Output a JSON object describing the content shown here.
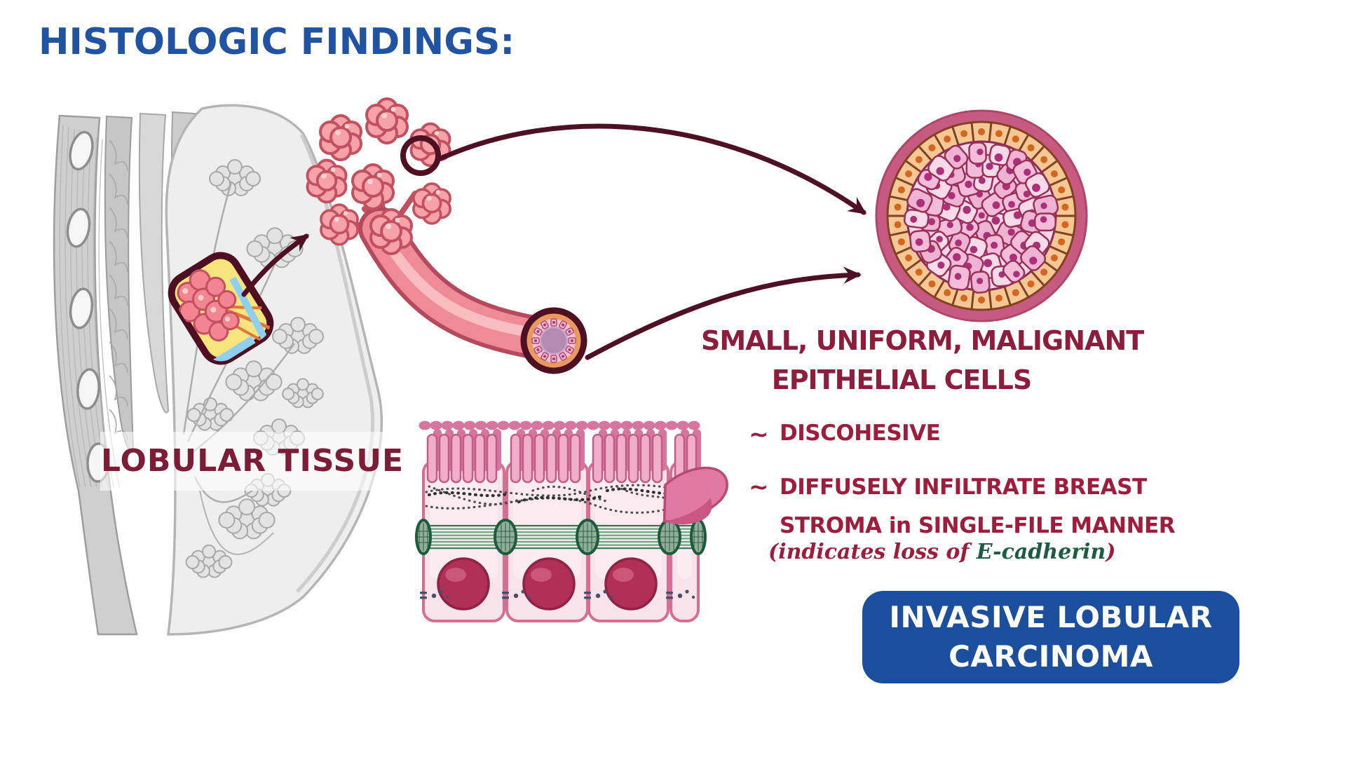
{
  "title": {
    "text": "HISTOLOGIC FINDINGS:"
  },
  "breast_figure": {
    "label": "LOBULAR TISSUE"
  },
  "findings": {
    "heading": [
      "SMALL, UNIFORM, MALIGNANT",
      "EPITHELIAL CELLS"
    ],
    "bullets": [
      {
        "marker": "~",
        "lines": [
          "DISCOHESIVE"
        ]
      },
      {
        "marker": "~",
        "lines": [
          "DIFFUSELY INFILTRATE BREAST",
          "STROMA in SINGLE-FILE MANNER"
        ]
      }
    ],
    "note": {
      "prefix": "(indicates loss of ",
      "emphasis": "E-cadherin",
      "suffix": ")"
    }
  },
  "diagnosis": {
    "lines": [
      "INVASIVE LOBULAR",
      "CARCINOMA"
    ]
  },
  "colors": {
    "title_blue": "#2153a3",
    "heading_maroon": "#8e1d3c",
    "bullet_maroon": "#9e1c3c",
    "label_maroon": "#7c1c37",
    "note_green": "#1d5c40",
    "arrow_maroon": "#4e1124",
    "box_blue": "#1b4f9e",
    "box_text": "#ffffff"
  }
}
